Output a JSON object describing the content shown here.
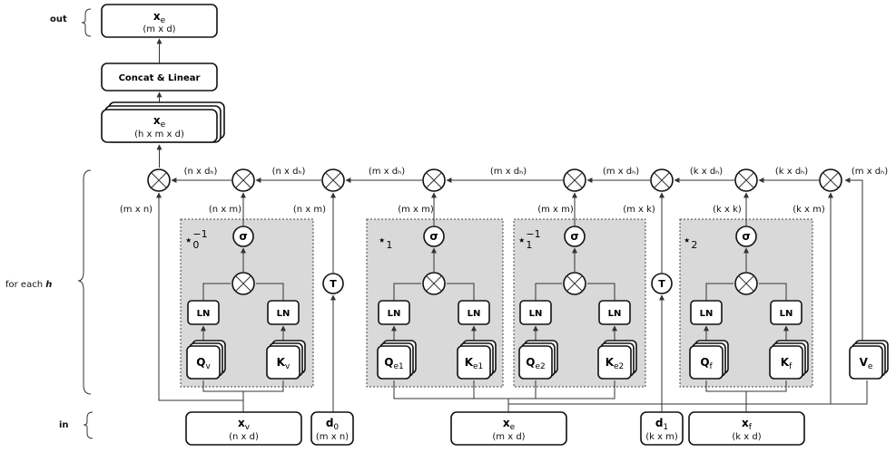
{
  "output_label": "out",
  "input_label": "in",
  "loop_label_prefix": "for each ",
  "loop_label_var": "h",
  "out_box": {
    "sym": "x",
    "sub": "e",
    "dim": "(m x d)"
  },
  "concat_label": "Concat & Linear",
  "heads_box": {
    "sym": "x",
    "sub": "e",
    "dim": "(h x m x d)"
  },
  "inputs": {
    "xv": {
      "sym": "x",
      "sub": "v",
      "dim": "(n x d)"
    },
    "d0": {
      "sym": "d",
      "sub": "0",
      "dim": "(m x n)"
    },
    "xe": {
      "sym": "x",
      "sub": "e",
      "dim": "(m x d)"
    },
    "d1": {
      "sym": "d",
      "sub": "1",
      "dim": "(k x m)"
    },
    "xf": {
      "sym": "x",
      "sub": "f",
      "dim": "(k x d)"
    }
  },
  "blocks": [
    {
      "star": "⋆",
      "star_sub": "0",
      "star_sup": "−1",
      "q_sub": "v",
      "k_sub": "v"
    },
    {
      "star": "⋆",
      "star_sub": "1",
      "star_sup": "",
      "q_sub": "e1",
      "k_sub": "e1"
    },
    {
      "star": "⋆",
      "star_sub": "1",
      "star_sup": "−1",
      "q_sub": "e2",
      "k_sub": "e2"
    },
    {
      "star": "⋆",
      "star_sub": "2",
      "star_sup": "",
      "q_sub": "f",
      "k_sub": "f"
    }
  ],
  "ln_label": "LN",
  "sigma_label": "σ",
  "transpose_label": "T",
  "q_sym": "Q",
  "k_sym": "K",
  "v_box": {
    "sym": "V",
    "sub": "e"
  },
  "top_flow_labels": [
    "(n x dₕ)",
    "(n x dₕ)",
    "(m x dₕ)",
    "(m x dₕ)",
    "(m x dₕ)",
    "(k x dₕ)",
    "(k x dₕ)",
    "(m x dₕ)"
  ],
  "side_labels": [
    "(m x n)",
    "(n x m)",
    "(n x m)",
    "(m x m)",
    "(m x m)",
    "(m x k)",
    "(k x k)",
    "(k x m)"
  ]
}
